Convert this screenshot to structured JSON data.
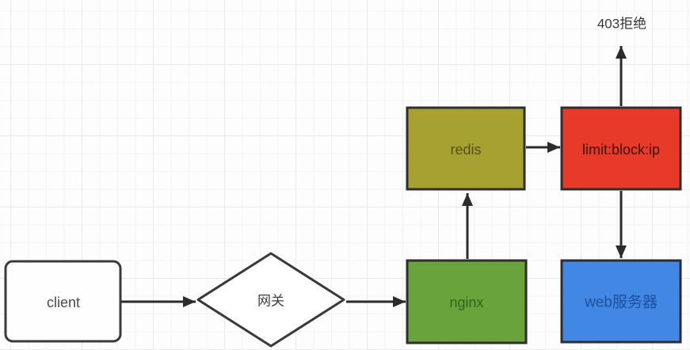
{
  "canvas": {
    "background_color": "#fdfdfd",
    "grid_minor_color": "#f3f3f3",
    "grid_major_color": "#e9e9e9"
  },
  "diagram": {
    "stroke_color": "#2e2e2e",
    "arrow_color": "#2b2b2b",
    "nodes": {
      "client": {
        "label": "client",
        "shape": "rounded-rect",
        "fill": "#fefefe",
        "text_color": "#4a4a4a"
      },
      "gateway": {
        "label": "网关",
        "shape": "diamond",
        "fill": "#ffffff",
        "text_color": "#3f3f3f"
      },
      "nginx": {
        "label": "nginx",
        "shape": "rect",
        "fill": "#69a33c",
        "text_color": "#2f641d"
      },
      "redis": {
        "label": "redis",
        "shape": "rect",
        "fill": "#a7a132",
        "text_color": "#565112"
      },
      "limit_block_ip": {
        "label": "limit:block:ip",
        "shape": "rect",
        "fill": "#e83a28",
        "text_color": "#40130c"
      },
      "web_server": {
        "label": "web服务器",
        "shape": "rect",
        "fill": "#4287e3",
        "text_color": "#1d4f9e"
      }
    },
    "labels": {
      "deny_403": {
        "label": "403拒绝",
        "text_color": "#383838"
      }
    },
    "edges": [
      {
        "from": "client",
        "to": "gateway"
      },
      {
        "from": "gateway",
        "to": "nginx"
      },
      {
        "from": "nginx",
        "to": "redis"
      },
      {
        "from": "redis",
        "to": "limit_block_ip"
      },
      {
        "from": "limit_block_ip",
        "to": "deny_403"
      },
      {
        "from": "limit_block_ip",
        "to": "web_server"
      }
    ]
  }
}
